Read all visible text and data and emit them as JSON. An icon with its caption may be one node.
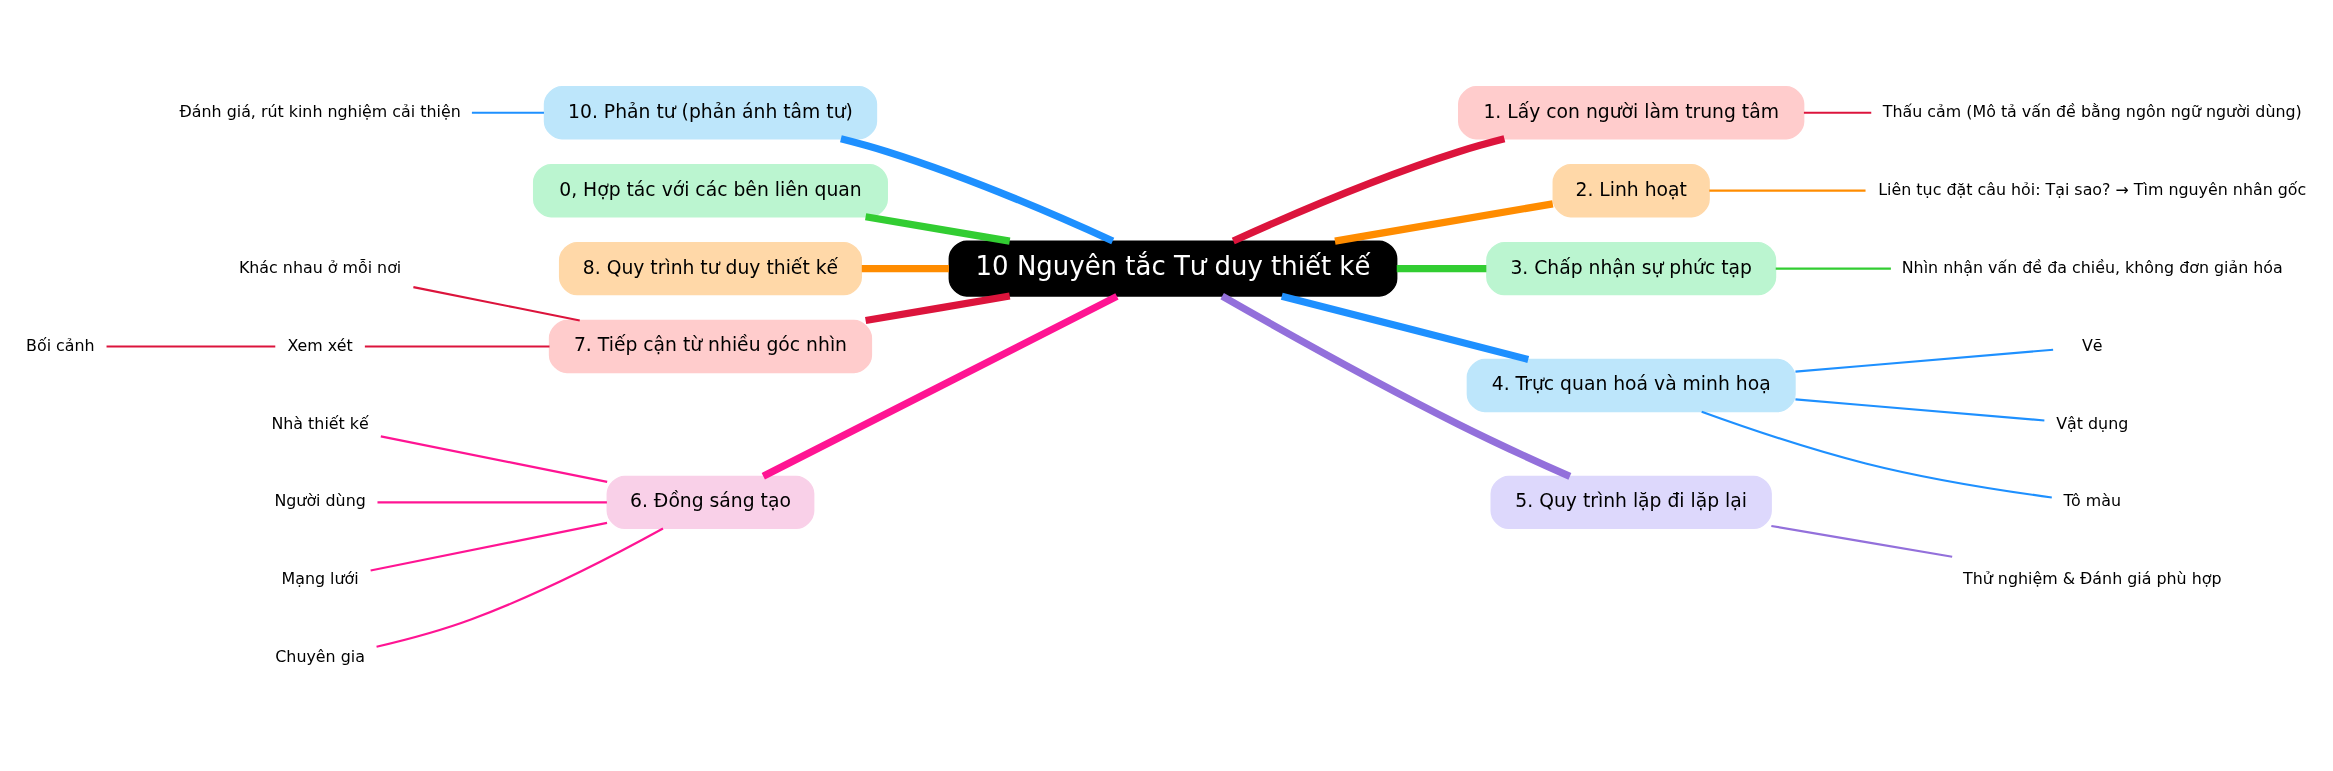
{
  "diagram": {
    "nodes": [
      {
        "text": [
          "10 Nguyên tắc Tư duy thiết kế"
        ]
      },
      {
        "text": [
          "1. Lấy con người làm trung tâm"
        ]
      },
      {
        "text": [
          "Thấu cảm (Mô tả vấn đề bằng ngôn ngữ người dùng)"
        ]
      },
      {
        "text": [
          "2. Linh hoạt"
        ]
      },
      {
        "text": [
          "Liên tục đặt câu hỏi: Tại sao? → Tìm nguyên nhân gốc"
        ]
      },
      {
        "text": [
          "3. Chấp nhận sự phức tạp"
        ]
      },
      {
        "text": [
          "Nhìn nhận vấn đề đa chiều, không đơn giản hóa"
        ]
      },
      {
        "text": [
          "4. Trực quan hoá và minh hoạ"
        ]
      },
      {
        "text": [
          "Vẽ"
        ]
      },
      {
        "text": [
          "Vật dụng"
        ]
      },
      {
        "text": [
          "Tô màu"
        ]
      },
      {
        "text": [
          "5. Quy trình lặp đi lặp lại"
        ]
      },
      {
        "text": [
          "Thử nghiệm & Đánh giá phù hợp"
        ]
      },
      {
        "text": [
          "10. Phản tư (phản ánh tâm tư)"
        ]
      },
      {
        "text": [
          "Đánh giá, rút kinh nghiệm cải thiện"
        ]
      },
      {
        "text": [
          "0, Hợp tác với các bên liên quan"
        ]
      },
      {
        "text": [
          "8. Quy trình tư duy thiết kế"
        ]
      },
      {
        "text": [
          "7. Tiếp cận từ nhiều góc nhìn"
        ]
      },
      {
        "text": [
          "Khác nhau ở mỗi nơi"
        ]
      },
      {
        "text": [
          "Xem xét"
        ]
      },
      {
        "text": [
          "Bối cảnh"
        ]
      },
      {
        "text": [
          "6. Đồng sáng tạo"
        ]
      },
      {
        "text": [
          "Nhà thiết kế"
        ]
      },
      {
        "text": [
          "Người dùng"
        ]
      },
      {
        "text": [
          "Mạng lưới"
        ]
      },
      {
        "text": [
          "Chuyên gia"
        ]
      }
    ],
    "edges": [
      {
        "from": 0,
        "to": 1,
        "arrow": "none",
        "style": "thick",
        "color": "#dc143c"
      },
      {
        "from": 1,
        "to": 2,
        "arrow": "none",
        "color": "#dc143c"
      },
      {
        "from": 0,
        "to": 3,
        "arrow": "none",
        "style": "thick",
        "color": "#ff8c00"
      },
      {
        "from": 3,
        "to": 4,
        "arrow": "none",
        "color": "#ff8c00"
      },
      {
        "from": 0,
        "to": 5,
        "arrow": "none",
        "style": "thick",
        "color": "#32cd32"
      },
      {
        "from": 5,
        "to": 6,
        "arrow": "none",
        "color": "#32cd32"
      },
      {
        "from": 0,
        "to": 7,
        "arrow": "none",
        "style": "thick",
        "color": "#1e90ff"
      },
      {
        "from": 7,
        "to": 8,
        "arrow": "none",
        "color": "#1e90ff"
      },
      {
        "from": 7,
        "to": 9,
        "arrow": "none",
        "color": "#1e90ff"
      },
      {
        "from": 7,
        "to": 10,
        "arrow": "none",
        "color": "#1e90ff"
      },
      {
        "from": 0,
        "to": 11,
        "arrow": "none",
        "style": "thick",
        "color": "#9370db"
      },
      {
        "from": 11,
        "to": 12,
        "arrow": "none",
        "color": "#9370db"
      },
      {
        "from": 0,
        "to": 13,
        "arrow": "none",
        "style": "thick",
        "color": "#1e90ff"
      },
      {
        "from": 13,
        "to": 14,
        "arrow": "none",
        "color": "#1e90ff"
      },
      {
        "from": 0,
        "to": 15,
        "arrow": "none",
        "style": "thick",
        "color": "#32cd32"
      },
      {
        "from": 0,
        "to": 16,
        "arrow": "none",
        "style": "thick",
        "color": "#ff8c00"
      },
      {
        "from": 0,
        "to": 17,
        "arrow": "none",
        "style": "thick",
        "color": "#dc143c"
      },
      {
        "from": 17,
        "to": 18,
        "arrow": "none",
        "color": "#dc143c"
      },
      {
        "from": 17,
        "to": 19,
        "arrow": "none",
        "color": "#dc143c"
      },
      {
        "from": 19,
        "to": 20,
        "arrow": "none",
        "color": "#dc143c"
      },
      {
        "from": 0,
        "to": 21,
        "arrow": "none",
        "style": "thick",
        "color": "#ff1493"
      },
      {
        "from": 21,
        "to": 22,
        "arrow": "none",
        "color": "#ff1493"
      },
      {
        "from": 21,
        "to": 23,
        "arrow": "none",
        "color": "#ff1493"
      },
      {
        "from": 21,
        "to": 24,
        "arrow": "none",
        "color": "#ff1493"
      },
      {
        "from": 21,
        "to": 25,
        "arrow": "none",
        "color": "#ff1493"
      }
    ]
  }
}
